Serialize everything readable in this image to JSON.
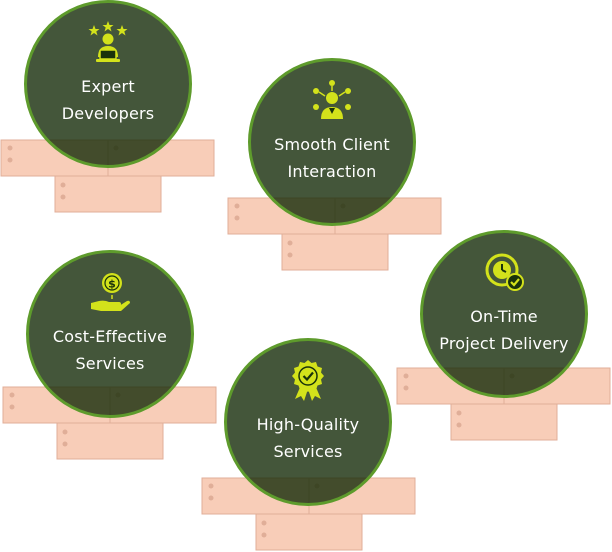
{
  "colors": {
    "badge_fill": "#1a330b",
    "badge_ring": "#5e9b2c",
    "icon_accent": "#d3e21b",
    "brick": "#f8cdb8",
    "brick_edge": "#e0ae98"
  },
  "cards": [
    {
      "icon": "expert-developer-icon",
      "line1": "Expert",
      "line2": "Developers"
    },
    {
      "icon": "client-network-icon",
      "line1": "Smooth Client",
      "line2": "Interaction"
    },
    {
      "icon": "money-hand-icon",
      "line1": "Cost-Effective",
      "line2": "Services"
    },
    {
      "icon": "clock-check-icon",
      "line1": "On-Time",
      "line2": "Project Delivery"
    },
    {
      "icon": "quality-badge-icon",
      "line1": "High-Quality",
      "line2": "Services"
    }
  ]
}
